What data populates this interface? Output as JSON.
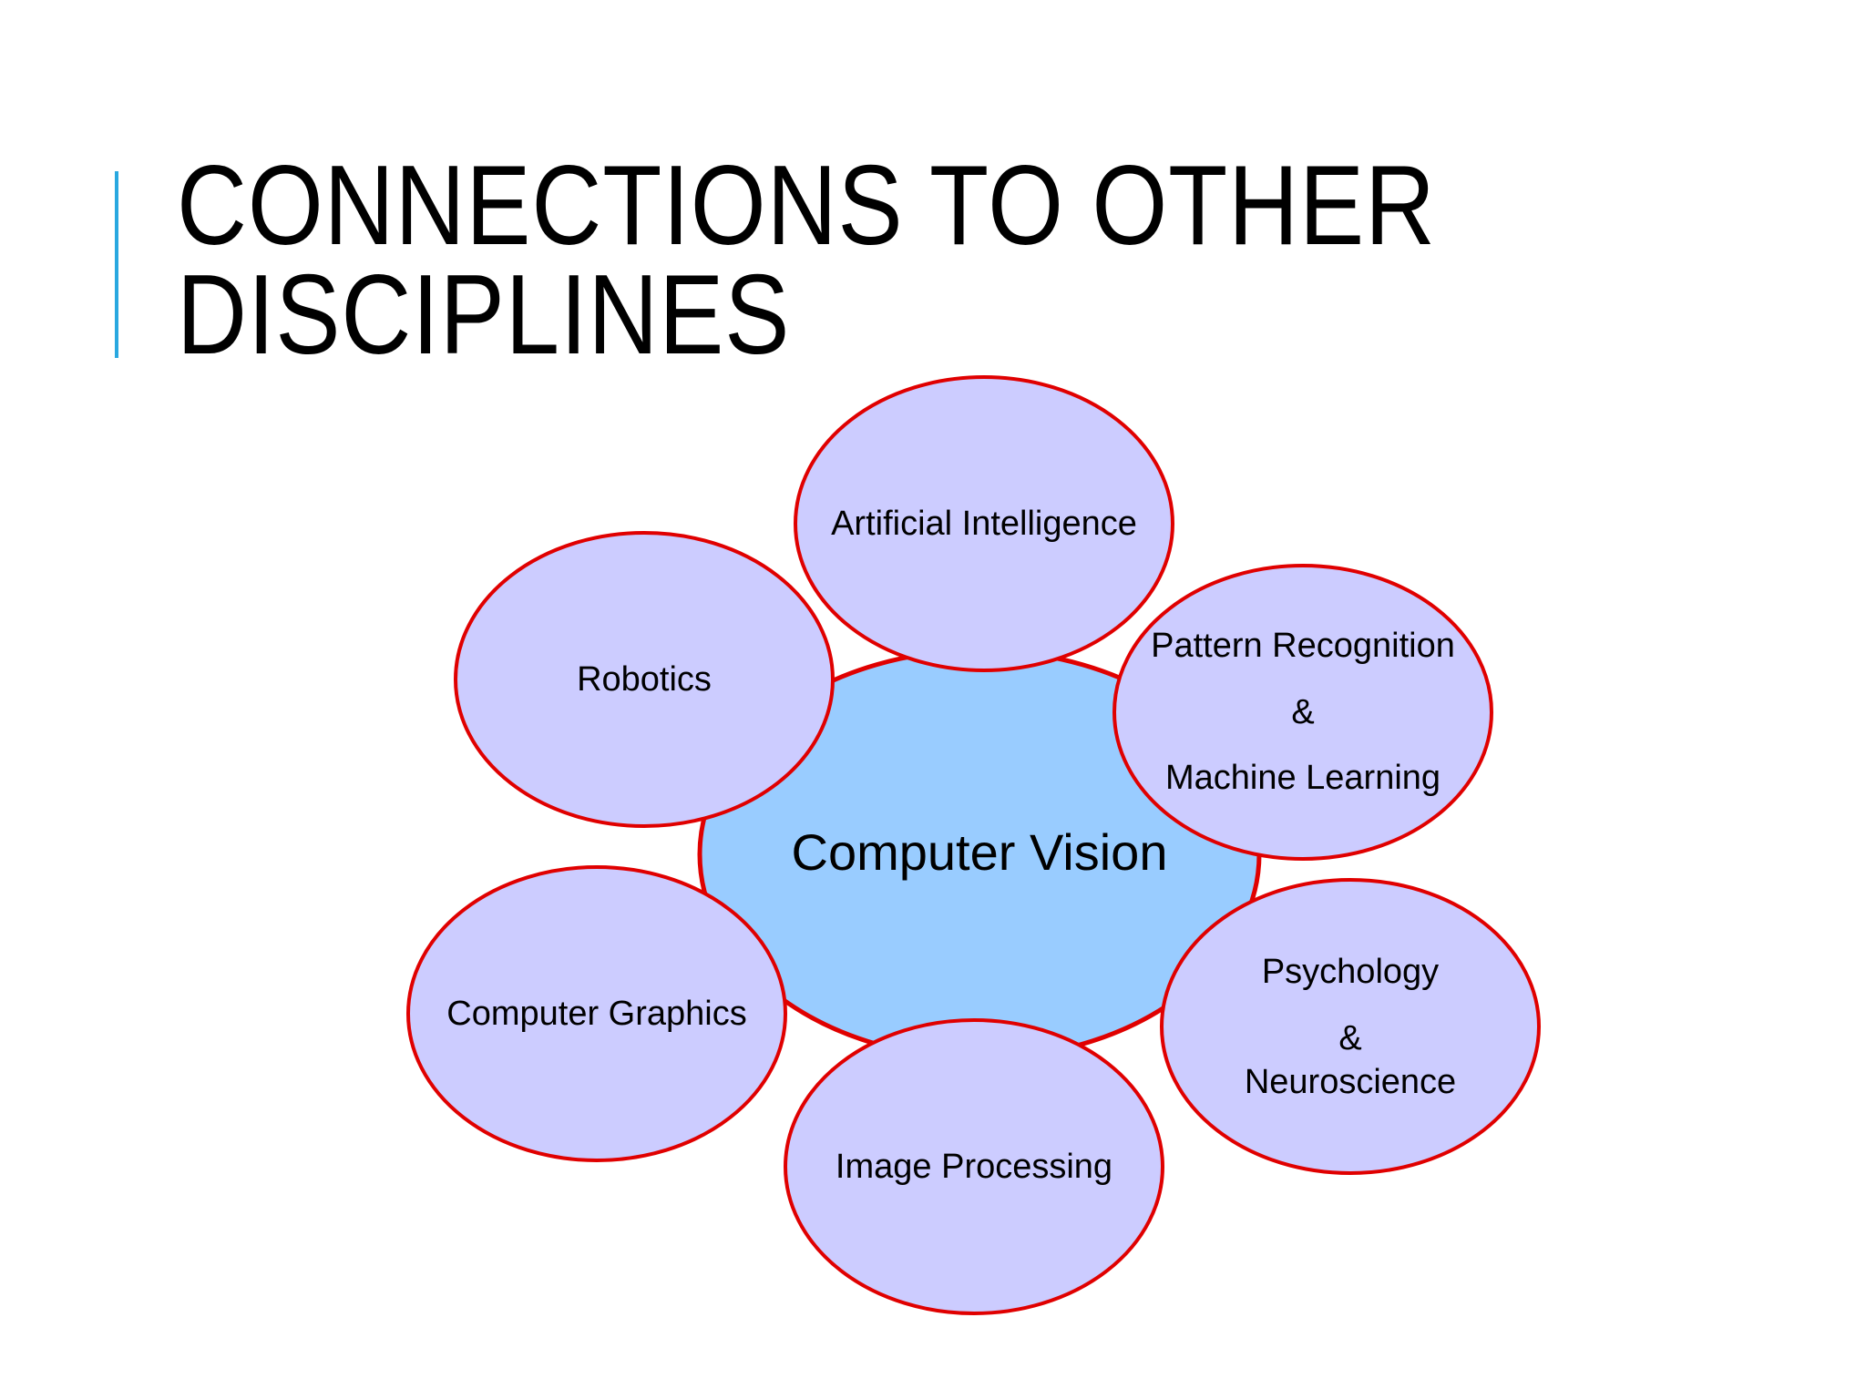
{
  "slide": {
    "title_line1": "CONNECTIONS TO OTHER",
    "title_line2": "DISCIPLINES"
  },
  "diagram": {
    "center": {
      "label": "Computer Vision",
      "fill": "#99ccff",
      "stroke": "#e00000"
    },
    "satellite_fill": "#ccccff",
    "satellite_stroke": "#e00000",
    "nodes": [
      {
        "id": "artificial-intelligence",
        "lines": [
          "Artificial Intelligence"
        ]
      },
      {
        "id": "robotics",
        "lines": [
          "Robotics"
        ]
      },
      {
        "id": "pattern-recognition",
        "lines": [
          "Pattern Recognition",
          "&",
          "Machine Learning"
        ]
      },
      {
        "id": "computer-graphics",
        "lines": [
          "Computer Graphics"
        ]
      },
      {
        "id": "psychology",
        "lines": [
          "Psychology",
          "&",
          "Neuroscience"
        ]
      },
      {
        "id": "image-processing",
        "lines": [
          "Image Processing"
        ]
      }
    ]
  }
}
